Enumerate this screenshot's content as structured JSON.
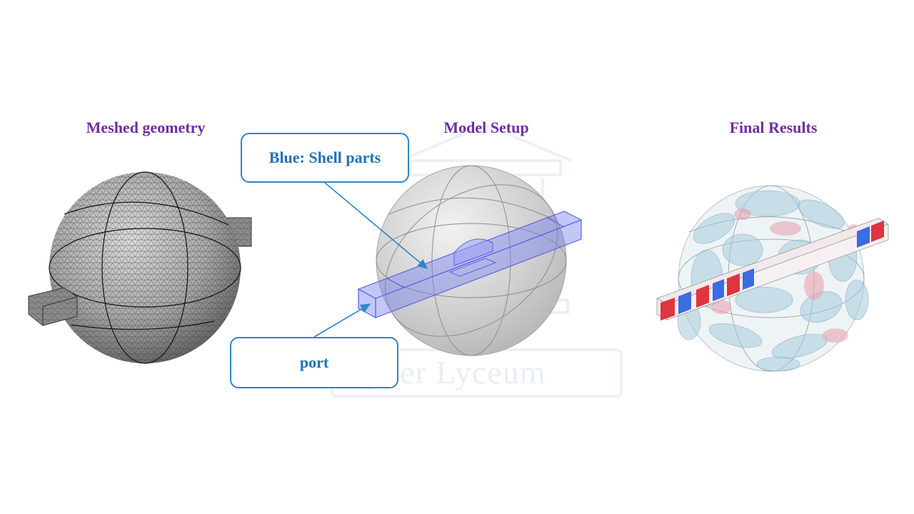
{
  "titles": {
    "meshed": "Meshed geometry",
    "setup": "Model Setup",
    "results": "Final Results"
  },
  "callouts": {
    "shell": "Blue: Shell parts",
    "port": "port"
  },
  "watermark": "Hyper Lyceum",
  "colors": {
    "title": "#6f2f9f",
    "callout": "#2f86c6",
    "shell_blue": "#7b83f0",
    "mesh_gray": "#9a9a9a"
  }
}
